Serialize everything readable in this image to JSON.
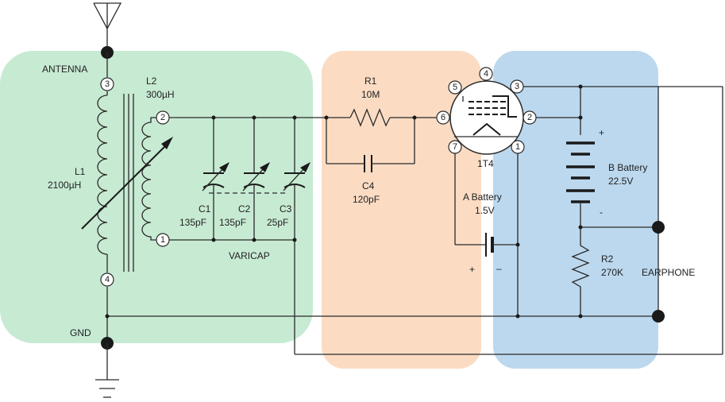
{
  "colors": {
    "green_region": "#c7ead3",
    "orange_region": "#fbdcc3",
    "blue_region": "#bcd8ee",
    "wire": "#2a2a2a"
  },
  "labels": {
    "antenna": "ANTENNA",
    "gnd": "GND",
    "l1_name": "L1",
    "l1_value": "2100µH",
    "l2_name": "L2",
    "l2_value": "300µH",
    "c1_name": "C1",
    "c1_value": "135pF",
    "c2_name": "C2",
    "c2_value": "135pF",
    "c3_name": "C3",
    "c3_value": "25pF",
    "varicap": "VARICAP",
    "r1_name": "R1",
    "r1_value": "10M",
    "c4_name": "C4",
    "c4_value": "120pF",
    "tube": "1T4",
    "a_battery_name": "A Battery",
    "a_battery_value": "1.5V",
    "b_battery_name": "B Battery",
    "b_battery_value": "22.5V",
    "r2_name": "R2",
    "r2_value": "270K",
    "earphone": "EARPHONE",
    "plus": "+",
    "minus": "-",
    "minus_a": "–"
  },
  "pins": {
    "l1_top": "3",
    "l1_bottom": "4",
    "l2_top": "2",
    "l2_bottom": "1",
    "tube_5": "5",
    "tube_4": "4",
    "tube_3": "3",
    "tube_6": "6",
    "tube_2": "2",
    "tube_7": "7",
    "tube_1": "1"
  }
}
